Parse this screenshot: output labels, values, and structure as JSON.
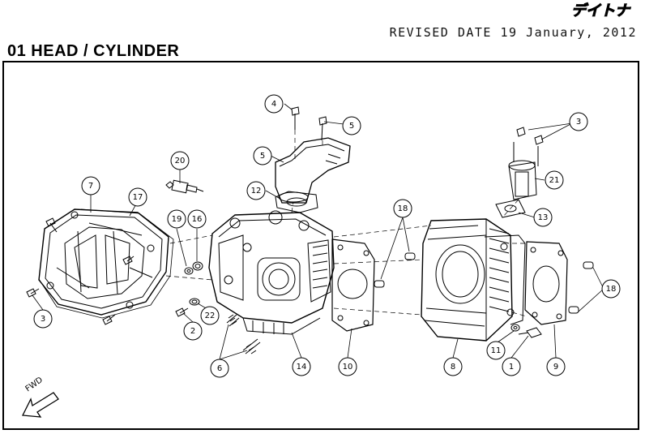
{
  "header": {
    "brand": "デイトナ",
    "revised": "REVISED DATE 19 January, 2012",
    "title": "01 HEAD / CYLINDER"
  },
  "direction": "FWD",
  "callouts": [
    {
      "id": "c4",
      "label": "4"
    },
    {
      "id": "c5a",
      "label": "5"
    },
    {
      "id": "c5b",
      "label": "5"
    },
    {
      "id": "c3a",
      "label": "3"
    },
    {
      "id": "c20",
      "label": "20"
    },
    {
      "id": "c21",
      "label": "21"
    },
    {
      "id": "c12",
      "label": "12"
    },
    {
      "id": "c7",
      "label": "7"
    },
    {
      "id": "c17",
      "label": "17"
    },
    {
      "id": "c19",
      "label": "19"
    },
    {
      "id": "c16",
      "label": "16"
    },
    {
      "id": "c18a",
      "label": "18"
    },
    {
      "id": "c13",
      "label": "13"
    },
    {
      "id": "c18b",
      "label": "18"
    },
    {
      "id": "c3b",
      "label": "3"
    },
    {
      "id": "c22",
      "label": "22"
    },
    {
      "id": "c2",
      "label": "2"
    },
    {
      "id": "c6",
      "label": "6"
    },
    {
      "id": "c14",
      "label": "14"
    },
    {
      "id": "c10",
      "label": "10"
    },
    {
      "id": "c8",
      "label": "8"
    },
    {
      "id": "c11",
      "label": "11"
    },
    {
      "id": "c1",
      "label": "1"
    },
    {
      "id": "c9",
      "label": "9"
    }
  ]
}
